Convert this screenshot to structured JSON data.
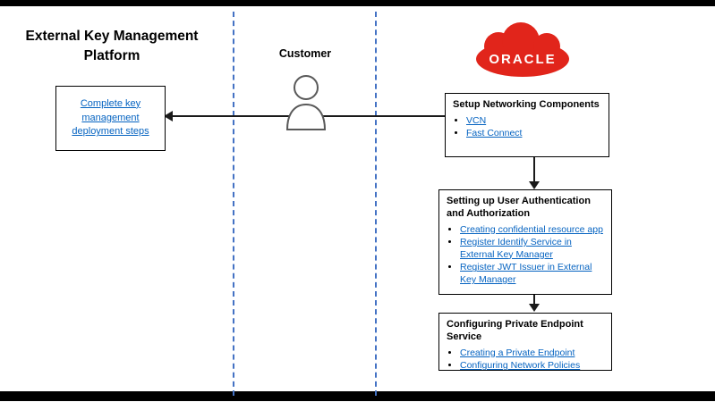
{
  "meta": {
    "left_title": "External Key Management Platform",
    "customer_label": "Customer",
    "oracle_text": "ORACLE"
  },
  "deployment_box": {
    "link": "Complete key management deployment steps"
  },
  "networking_box": {
    "title": "Setup Networking Components",
    "items": [
      "VCN",
      "Fast Connect"
    ]
  },
  "auth_box": {
    "title": "Setting up User Authentication and Authorization",
    "items": [
      "Creating confidential resource app",
      "Register Identify Service in External Key Manager",
      "Register JWT Issuer in External Key Manager"
    ]
  },
  "endpoint_box": {
    "title": "Configuring Private Endpoint Service",
    "items": [
      "Creating a Private Endpoint",
      "Configuring Network Policies"
    ]
  },
  "colors": {
    "link_blue": "#0563C1",
    "lane_divider_blue": "#4472C4",
    "oracle_red": "#E1251B",
    "bar_black": "#000000"
  }
}
